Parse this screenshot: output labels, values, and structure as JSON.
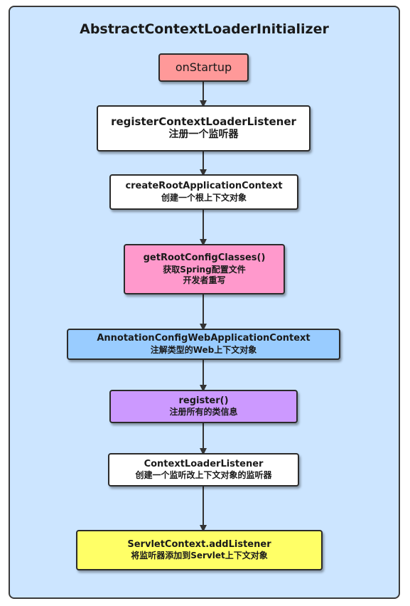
{
  "diagram": {
    "title": "AbstractContextLoaderInitializer",
    "nodes": {
      "on_startup": {
        "line1": "onStartup"
      },
      "register_listener": {
        "line1": "registerContextLoaderListener",
        "line2": "注册一个监听器"
      },
      "create_root": {
        "line1": "createRootApplicationContext",
        "line2": "创建一个根上下文对象"
      },
      "get_root_config": {
        "line1": "getRootConfigClasses()",
        "line2": "获取Spring配置文件",
        "line3": "开发者重写"
      },
      "annotation_ctx": {
        "line1": "AnnotationConfigWebApplicationContext",
        "line2": "注解类型的Web上下文对象"
      },
      "register": {
        "line1": "register()",
        "line2": "注册所有的类信息"
      },
      "ctx_listener": {
        "line1": "ContextLoaderListener",
        "line2": "创建一个监听改上下文对象的监听器"
      },
      "add_listener": {
        "line1": "ServletContext.addListener",
        "line2": "将监听器添加到Servlet上下文对象"
      }
    },
    "colors": {
      "background": "#cce5ff",
      "on_startup": "#ff9999",
      "register_listener": "#ffffff",
      "create_root": "#ffffff",
      "get_root_config": "#ff99cc",
      "annotation_ctx": "#99ccff",
      "register": "#cc99ff",
      "ctx_listener": "#ffffff",
      "add_listener": "#ffff66",
      "arrow": "#333333"
    }
  }
}
